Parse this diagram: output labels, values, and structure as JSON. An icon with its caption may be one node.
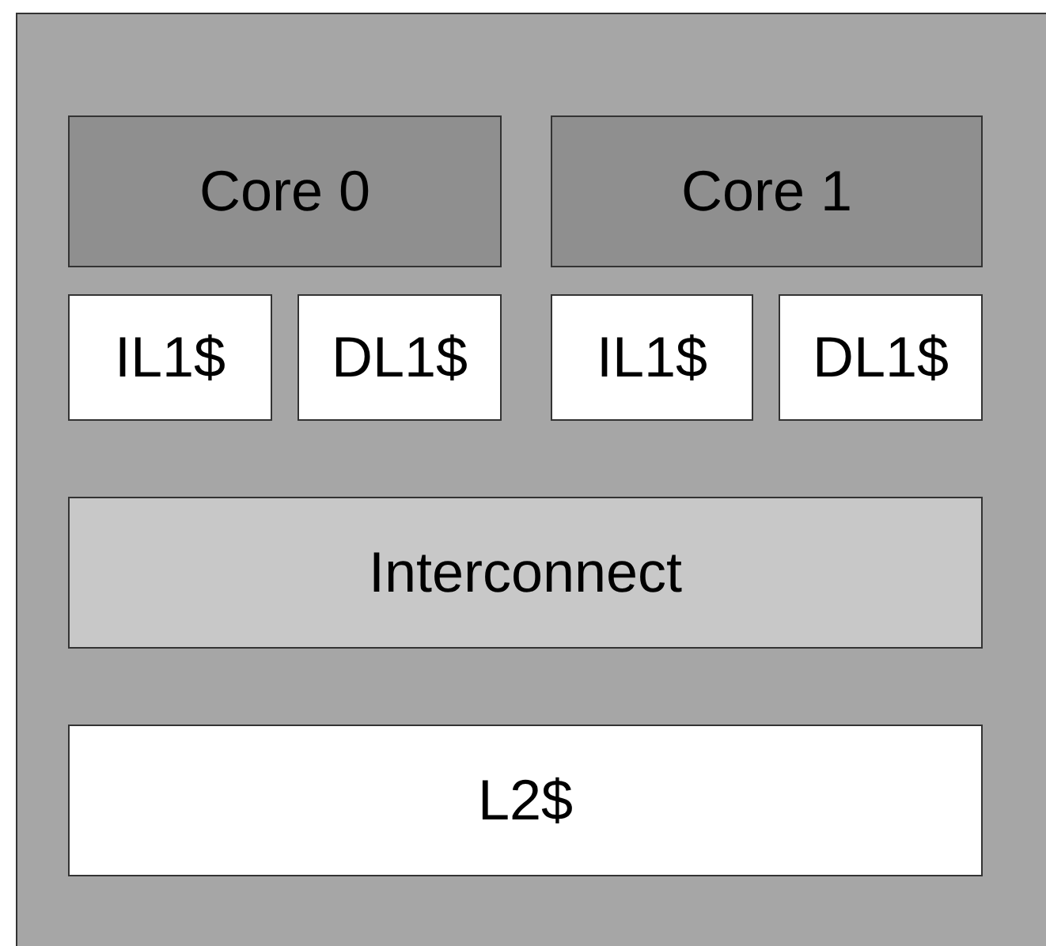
{
  "diagram": {
    "nodes": [
      {
        "text": [],
        "shape": "box"
      },
      {
        "text": [
          "Core 0"
        ],
        "in": 0
      },
      {
        "text": [
          "Core 1"
        ],
        "in": 0
      },
      {
        "text": [
          "IL1$"
        ],
        "in": 0
      },
      {
        "text": [
          "DL1$"
        ],
        "in": 0
      },
      {
        "text": [
          "IL1$"
        ],
        "in": 0
      },
      {
        "text": [
          "DL1$"
        ],
        "in": 0
      },
      {
        "text": [
          "Interconnect"
        ],
        "in": 0
      },
      {
        "text": [
          "L2$"
        ],
        "in": 0
      }
    ]
  }
}
